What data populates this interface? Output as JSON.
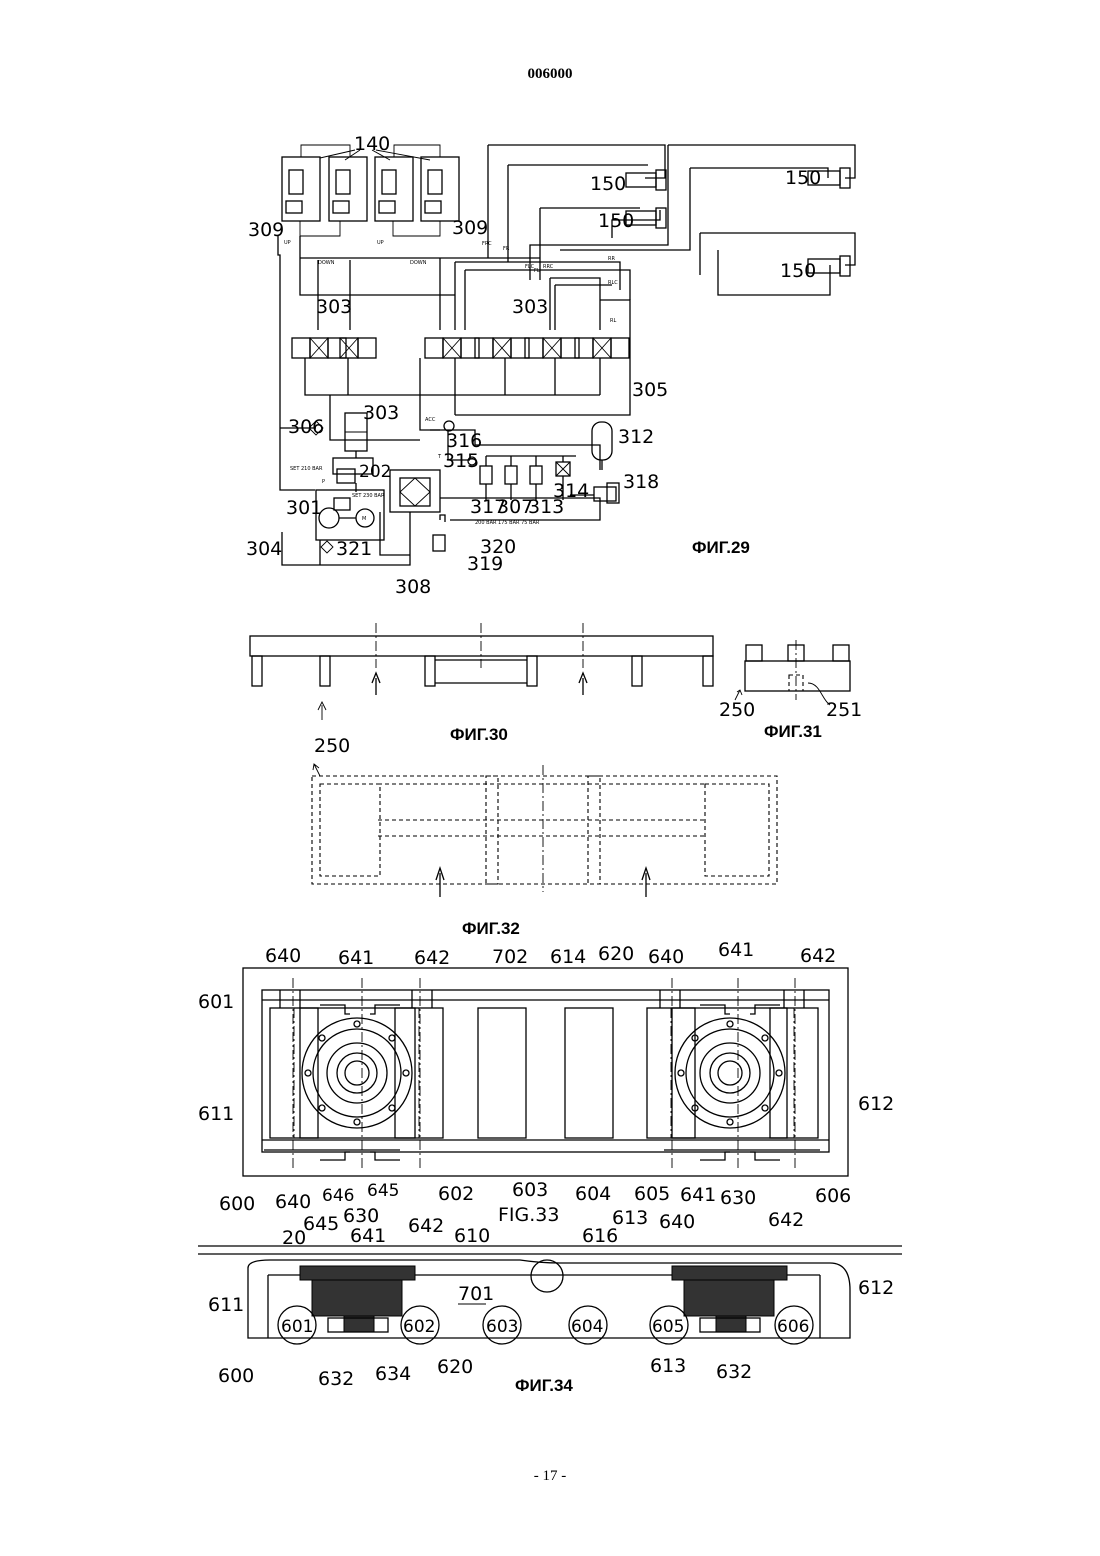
{
  "document": {
    "header_number": "006000",
    "page_number": "- 17 -"
  },
  "fig29": {
    "caption": "ФИГ.29",
    "labels": {
      "l140": "140",
      "l150a": "150",
      "l150b": "150",
      "l150c": "150",
      "l150d": "150",
      "l309a": "309",
      "l309b": "309",
      "l303a": "303",
      "l303b": "303",
      "l303c": "303",
      "l305": "305",
      "l306": "306",
      "l316": "316",
      "l315": "315",
      "l312": "312",
      "l318": "318",
      "l202": "202",
      "l317": "317",
      "l307": "307",
      "l313": "313",
      "l314": "314",
      "l301": "301",
      "l321": "321",
      "l304": "304",
      "l320": "320",
      "l319": "319",
      "l308": "308"
    },
    "small_text": {
      "up1": "UP",
      "up2": "UP",
      "down1": "DOWN",
      "down2": "DOWN",
      "frc": "FRC",
      "fr": "FR",
      "flc": "FLC",
      "fl": "FL",
      "rrc": "RRC",
      "rr": "RR",
      "rlc": "RLC",
      "rl": "RL",
      "acc": "ACC",
      "t": "T",
      "p": "P",
      "set1": "SET 210 BAR",
      "set2": "SET 230 BAR",
      "pressures": "200 BAR  175 BAR  75 BAR",
      "m": "M"
    }
  },
  "fig30": {
    "caption": "ФИГ.30"
  },
  "fig31": {
    "caption": "ФИГ.31",
    "labels": {
      "l250": "250",
      "l251": "251"
    }
  },
  "fig32": {
    "caption": "ФИГ.32",
    "labels": {
      "l250": "250"
    }
  },
  "fig33": {
    "caption": "FIG.33",
    "labels": {
      "l640a": "640",
      "l641a": "641",
      "l642a": "642",
      "l702": "702",
      "l614": "614",
      "l620": "620",
      "l640b": "640",
      "l641b": "641",
      "l642b": "642",
      "l601": "601",
      "l611": "611",
      "l612": "612",
      "l600": "600",
      "l640c": "640",
      "l646": "646",
      "l645a": "645",
      "l645b": "645",
      "l630a": "630",
      "l642c": "642",
      "l602": "602",
      "l603": "603",
      "l604": "604",
      "l613": "613",
      "l605": "605",
      "l640d": "640",
      "l641c": "641",
      "l630b": "630",
      "l642d": "642",
      "l606": "606"
    }
  },
  "fig34": {
    "caption": "ФИГ.34",
    "labels": {
      "l20": "20",
      "l641": "641",
      "l610": "610",
      "l616": "616",
      "l630": "630",
      "l611": "611",
      "l612": "612",
      "l701": "701",
      "r601": "601",
      "r602": "602",
      "r603": "603",
      "r604": "604",
      "r605": "605",
      "r606": "606",
      "l600": "600",
      "l632a": "632",
      "l634": "634",
      "l620": "620",
      "l613": "613",
      "l632b": "632"
    }
  }
}
